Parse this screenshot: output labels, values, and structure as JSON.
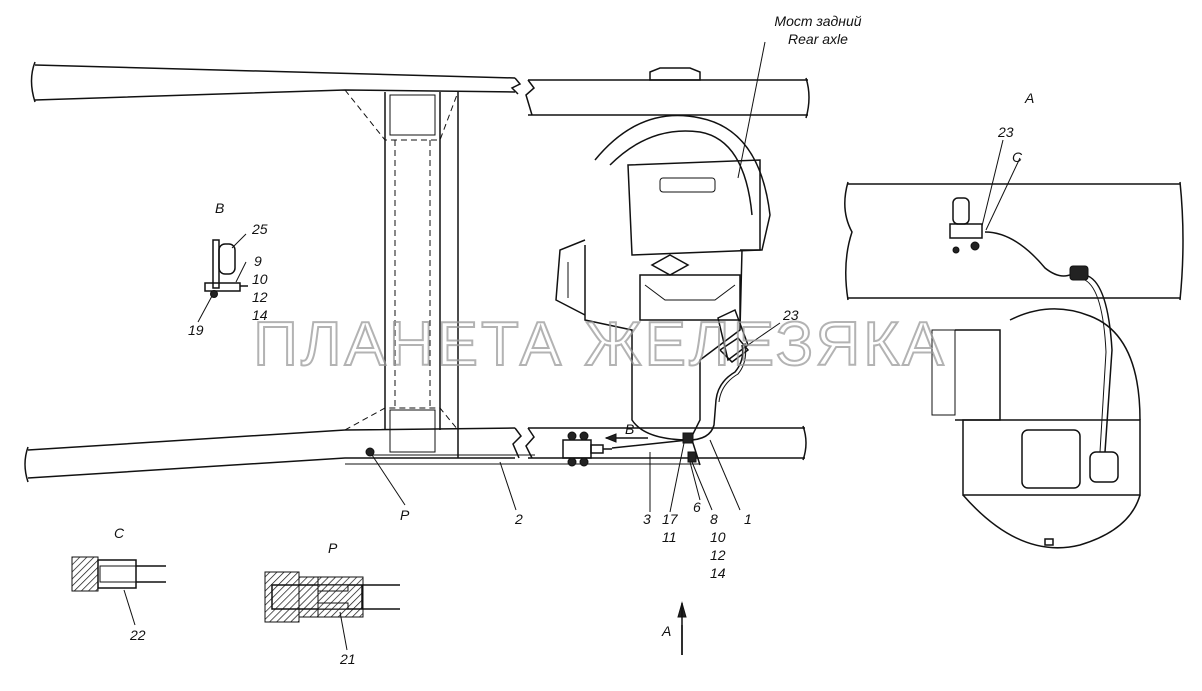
{
  "titles": {
    "rear_axle_ru": "Мост задний",
    "rear_axle_en": "Rear axle",
    "view_a_top": "A",
    "view_a_arrow": "A",
    "view_b": "B",
    "view_b_arrow": "B",
    "detail_c_top": "C",
    "detail_c": "C",
    "detail_p_bottom": "P",
    "detail_p": "P"
  },
  "watermark": "ПЛАНЕТА ЖЕЛЕЗЯКА",
  "labels": {
    "l23_main": "23",
    "l1": "1",
    "l2": "2",
    "l3": "3",
    "l17": "17",
    "l11": "11",
    "l6": "6",
    "l8": "8",
    "l10a": "10",
    "l12a": "12",
    "l14a": "14",
    "l25": "25",
    "l9": "9",
    "l10b": "10",
    "l12b": "12",
    "l14b": "14",
    "l19": "19",
    "l23_view": "23",
    "l22": "22",
    "l21": "21"
  }
}
